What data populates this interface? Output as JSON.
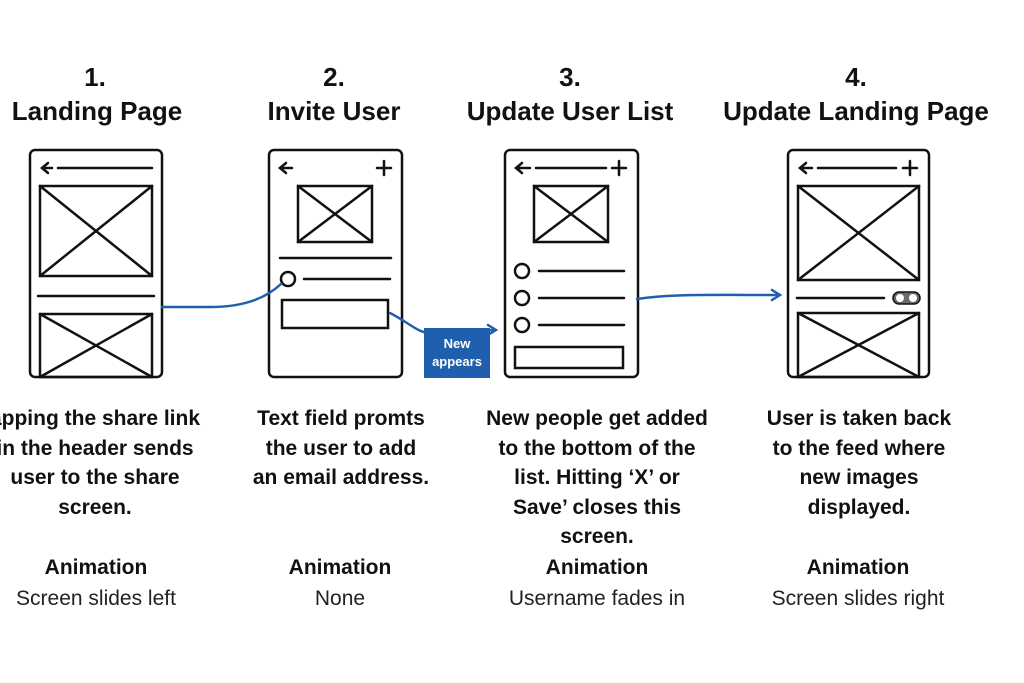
{
  "colors": {
    "accent": "#1f5fad",
    "ink": "#111111",
    "background": "#ffffff"
  },
  "badge": {
    "line1": "New",
    "line2": "appears"
  },
  "steps": [
    {
      "number": "1.",
      "title": "Landing Page",
      "desc": [
        "apping the share link",
        "in the header sends",
        "user to the share",
        "screen."
      ],
      "anim_label": "Animation",
      "anim_value": "Screen slides left"
    },
    {
      "number": "2.",
      "title": "Invite User",
      "desc": [
        "Text field promts",
        "the user to add",
        "an email address."
      ],
      "anim_label": "Animation",
      "anim_value": "None"
    },
    {
      "number": "3.",
      "title": "Update User List",
      "desc": [
        "New people get added",
        "to the bottom of the",
        "list. Hitting ‘X’ or",
        "Save’ closes this",
        "screen."
      ],
      "anim_label": "Animation",
      "anim_value": "Username fades in"
    },
    {
      "number": "4.",
      "title": "Update Landing Page",
      "desc": [
        "User is taken back",
        "to the feed where",
        "new images",
        "displayed."
      ],
      "anim_label": "Animation",
      "anim_value": "Screen slides right"
    }
  ]
}
